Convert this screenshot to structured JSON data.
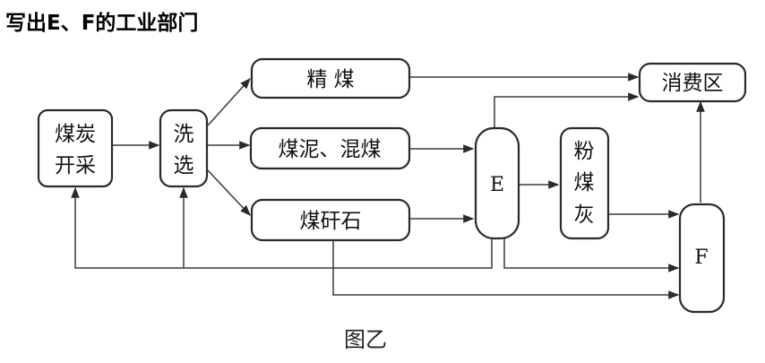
{
  "title": "写出E、F的工业部门",
  "nodes": {
    "coal_mining": [
      "煤炭",
      "开采"
    ],
    "washing": [
      "洗",
      "选"
    ],
    "clean_coal": "精 煤",
    "slime": "煤泥、混煤",
    "gangue": "煤矸石",
    "consumer": "消费区",
    "e": "E",
    "pulverized": [
      "粉",
      "煤",
      "灰"
    ],
    "f": "F"
  },
  "caption": "图乙"
}
